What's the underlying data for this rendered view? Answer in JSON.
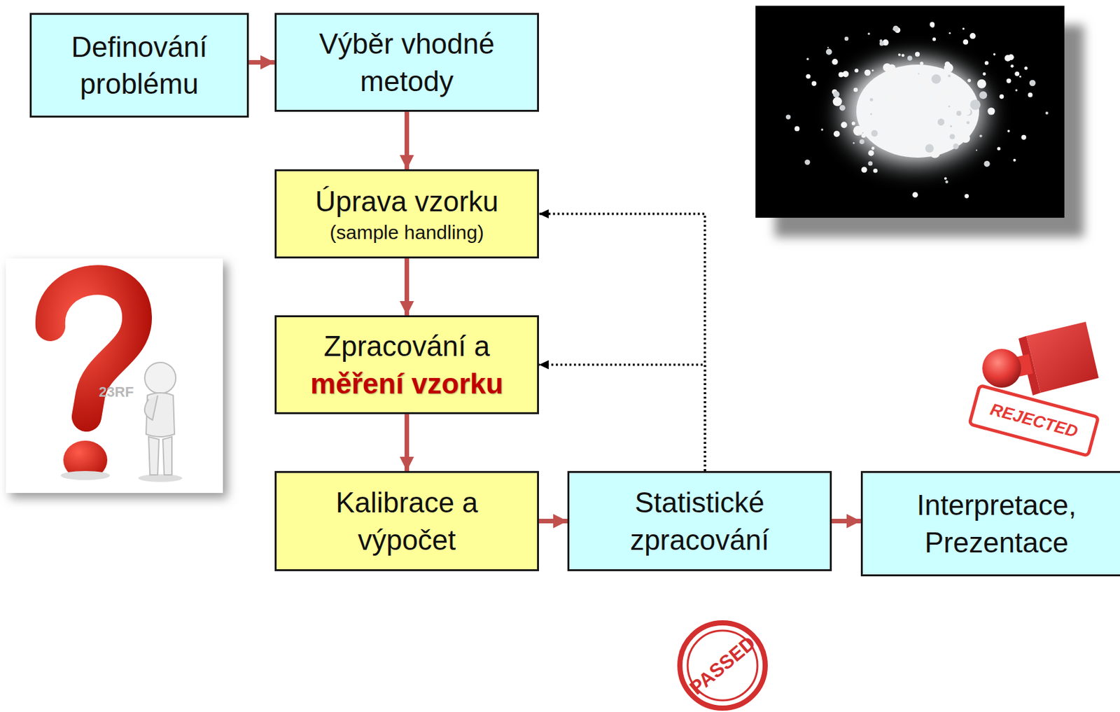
{
  "diagram": {
    "nodes": [
      {
        "text": [
          "Definování problému"
        ]
      },
      {
        "text": [
          "Výběr vhodné metody"
        ]
      },
      {
        "text": [
          "Úprava vzorku",
          "(sample handling)"
        ]
      },
      {
        "text": [
          "Zpracování a",
          "měření vzorku"
        ]
      },
      {
        "text": [
          "Kalibrace a výpočet"
        ]
      },
      {
        "text": [
          "Statistické zpracování"
        ]
      },
      {
        "text": [
          "Interpretace, Prezentace"
        ]
      }
    ],
    "edges": [
      {
        "from": 0,
        "to": 1,
        "arrow": "to"
      },
      {
        "from": 1,
        "to": 2,
        "arrow": "to"
      },
      {
        "from": 2,
        "to": 3,
        "arrow": "to"
      },
      {
        "from": 3,
        "to": 4,
        "arrow": "to"
      },
      {
        "from": 4,
        "to": 5,
        "arrow": "to"
      },
      {
        "from": 5,
        "to": 6,
        "arrow": "to"
      },
      {
        "from": 5,
        "to": 2,
        "arrow": "to"
      },
      {
        "from": 5,
        "to": 3,
        "arrow": "to"
      }
    ],
    "labels": [
      "23RF",
      "REJECTED",
      "PASSED"
    ]
  }
}
